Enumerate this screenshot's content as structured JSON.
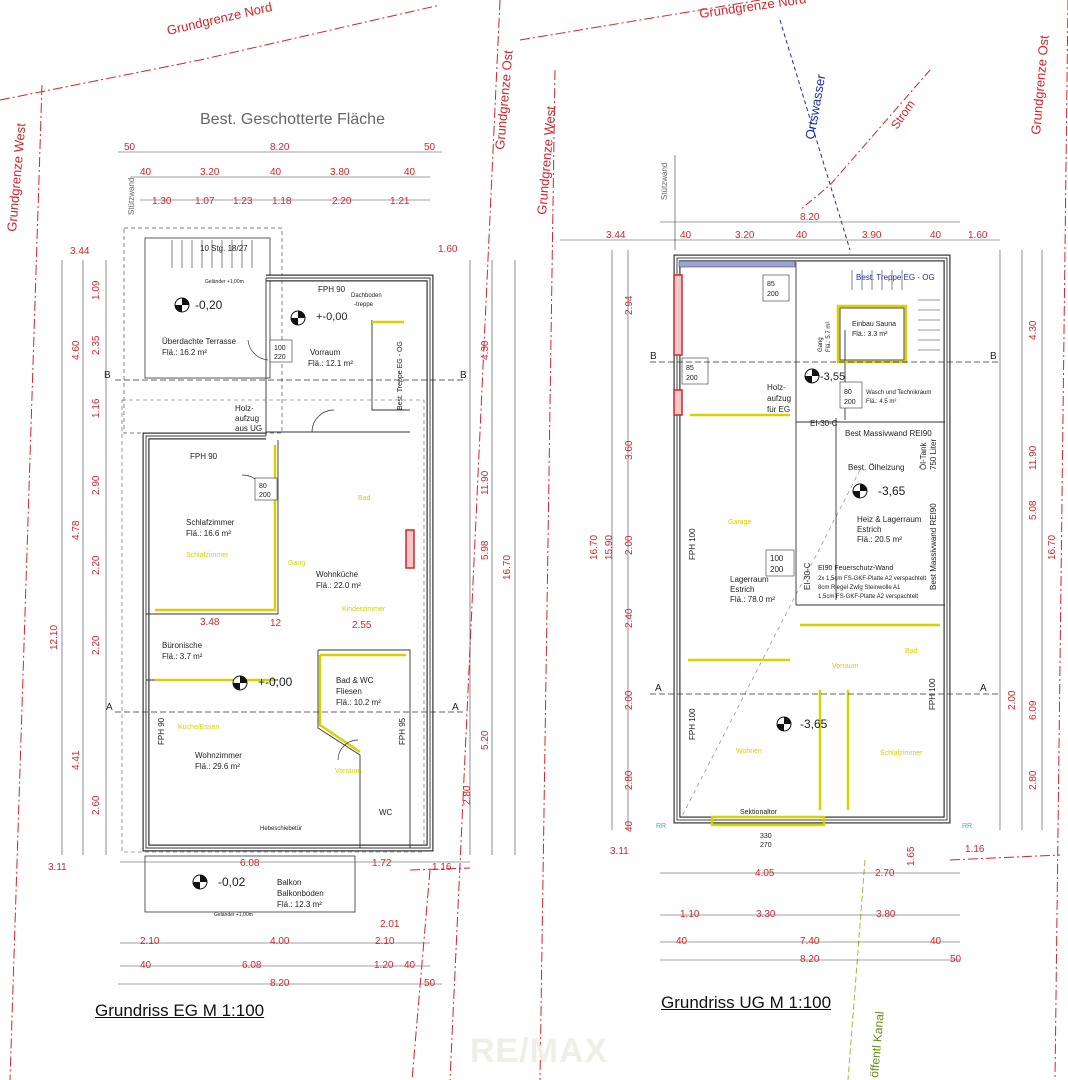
{
  "boundaries": {
    "north_left": "Grundgrenze Nord",
    "north_right": "Grundgrenze Nord",
    "west_left": "Grundgrenze West",
    "east_left": "Grundgrenze Ost",
    "west_right": "Grundgrenze West",
    "east_right": "Grundgrenze Ost"
  },
  "utilities": {
    "water": "Ortswasser",
    "power": "Strom",
    "sewer": "öffentl Kanal"
  },
  "eg": {
    "title": "Grundriss EG M 1:100",
    "gravel": "Best. Geschotterte Fläche",
    "support_wall": "Stützwand",
    "stairs_label": "10 Stg. 18/27",
    "railing_top": "Geländer +1,00m",
    "terrace": {
      "name": "Überdachte Terrasse",
      "area": "Flä.: 16.2 m²",
      "level": "-0,20"
    },
    "vorraum": {
      "name": "Vorraum",
      "area": "Flä.: 12.1 m²",
      "level": "+-0,00",
      "fph": "FPH 90",
      "dachboden": "Dachboden",
      "treppe": "-treppe",
      "stair_ug": "Best. Treppe EG - OG",
      "door": "100",
      "door2": "220"
    },
    "lift": "Holz-",
    "lift2": "aufzug",
    "lift3": "aus UG",
    "schlafzimmer": {
      "name": "Schlafzimmer",
      "area": "Flä.: 16.6 m²",
      "fph": "FPH 90",
      "door": "80",
      "door2": "200"
    },
    "wohnkueche": {
      "name": "Wohnküche",
      "area": "Flä.: 22.0 m²"
    },
    "bueronische": {
      "name": "Büronische",
      "area": "Flä.: 3.7 m²",
      "level": "+-0,00"
    },
    "bad": {
      "name": "Bad & WC",
      "name2": "Fliesen",
      "area": "Flä.: 10.2 m²",
      "wc": "WC",
      "fph": "FPH 95"
    },
    "wohnzimmer": {
      "name": "Wohnzimmer",
      "area": "Flä.: 29.6 m²",
      "fph": "FPH 90"
    },
    "hebeschiebetuer": "Hebeschiebetür",
    "balkon": {
      "name": "Balkon",
      "name2": "Balkonboden",
      "area": "Flä.: 12.3 m²",
      "level": "-0,02",
      "railing": "Geländer +1,00m"
    },
    "yellow_labels": [
      "Bad",
      "Gang",
      "Schlafzimmer",
      "Kinderzimmer",
      "Küche/Essen",
      "Vorraum"
    ],
    "section_a": "A",
    "section_b": "B",
    "dims_top": [
      "50",
      "8.20",
      "50",
      "40",
      "3.20",
      "40",
      "3.80",
      "40",
      "1.30",
      "1.07",
      "1.23",
      "1.18",
      "2.20",
      "1.21"
    ],
    "dims_left": [
      "1.09",
      "2.35",
      "1.16",
      "2.90",
      "2.20",
      "2.20",
      "4.41",
      "2.60",
      "4.78",
      "12.10",
      "4.60"
    ],
    "dims_right": [
      "4.30",
      "11.90",
      "5.98",
      "16.70",
      "5.20",
      "2.80",
      "1.60"
    ],
    "dims_bottom": [
      "3.11",
      "6.08",
      "1.72",
      "1.16",
      "2.10",
      "4.00",
      "2.10",
      "40",
      "6.08",
      "1.20",
      "40",
      "8.20",
      "50",
      "2.01",
      "3.44",
      "3.48",
      "2.55",
      "12"
    ]
  },
  "ug": {
    "title": "Grundriss UG  M 1:100",
    "support_wall": "Stützwand",
    "stair": "Best. Treppe EG - OG",
    "sauna": {
      "name": "Einbau Sauna",
      "area": "Flä.: 3.3 m²"
    },
    "gang": {
      "name": "Gang",
      "area": "Flä.: 5.7 m²",
      "level": "-3,55"
    },
    "wasch": {
      "name": "Wasch und Technikraum",
      "area": "Flä.: 4.5 m²"
    },
    "lift": "Holz-",
    "lift2": "aufzug",
    "lift3": "für EG",
    "massiv1": "Best Massivwand REI90",
    "massiv2": "Best Massivwand REI90",
    "oelheizung": "Best. Ölheizung",
    "tank": "Öl-Tank",
    "tank2": "750 Liter",
    "heiz": {
      "name": "Heiz & Lagerraum",
      "name2": "Estrich",
      "area": "Flä.: 20.5 m²",
      "level": "-3,65"
    },
    "lager": {
      "name": "Lagerraum",
      "name2": "Estrich",
      "area": "Flä.: 78.0 m²",
      "fph": "FPH 100"
    },
    "wall_note": [
      "EI90 Feuerschutz-Wand",
      "2x 1,5cm FS-GKF-Platte A2 verspachtelt",
      "8cm Riegel Zwfg Steinwolle A1",
      "1,5cm FS-GKF-Platte A2 verspachtelt"
    ],
    "ei30": "EI-30-C",
    "level_main": "-3,65",
    "sektionaltor": "Sektionaltor",
    "rr": "RR",
    "yellow_labels": [
      "Garage",
      "Vorraum",
      "Bad",
      "Wohnen",
      "Schlafzimmer"
    ],
    "doors": [
      "85",
      "200",
      "85",
      "200",
      "80",
      "200",
      "100",
      "200",
      "330",
      "270"
    ],
    "dims_top": [
      "8.20",
      "3.44",
      "40",
      "3.20",
      "40",
      "3.90",
      "40",
      "1.60"
    ],
    "dims_left": [
      "2.94",
      "3.60",
      "2.00",
      "15.90",
      "16.70",
      "2.40",
      "2.00",
      "2.80",
      "40"
    ],
    "dims_right": [
      "4.30",
      "11.90",
      "5.08",
      "16.70",
      "6.09",
      "2.80",
      "2.00"
    ],
    "dims_bottom": [
      "3.11",
      "1.16",
      "4.05",
      "2.70",
      "1.65",
      "1.10",
      "3.30",
      "3.80",
      "40",
      "7.40",
      "40",
      "8.20",
      "50"
    ]
  },
  "watermark": "RE/MAX"
}
